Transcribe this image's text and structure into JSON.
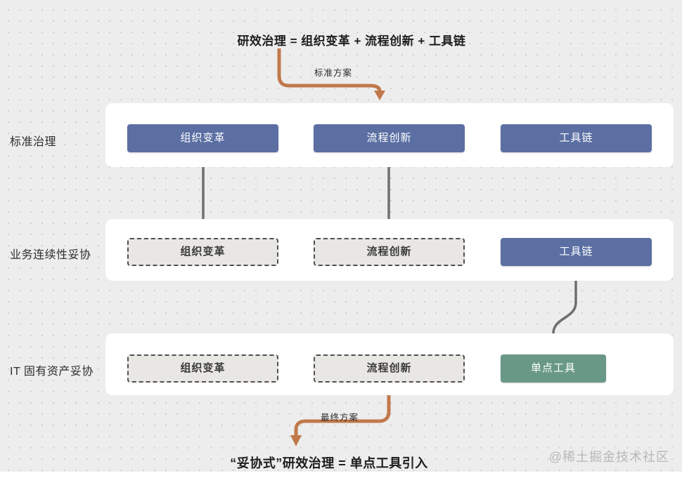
{
  "page": {
    "title": "研效治理 = 组织变革 + 流程创新 + 工具链",
    "conclusion": "“妥协式”研效治理 = 单点工具引入",
    "watermark": "@稀土掘金技术社区"
  },
  "arrows": {
    "standard_plan_label": "标准方案",
    "final_plan_label": "最终方案"
  },
  "rows": [
    {
      "label": "标准治理",
      "boxes": [
        {
          "text": "组织变革",
          "variant": "solid-blue"
        },
        {
          "text": "流程创新",
          "variant": "solid-blue"
        },
        {
          "text": "工具链",
          "variant": "solid-blue"
        }
      ]
    },
    {
      "label": "业务连续性妥协",
      "boxes": [
        {
          "text": "组织变革",
          "variant": "dashed"
        },
        {
          "text": "流程创新",
          "variant": "dashed"
        },
        {
          "text": "工具链",
          "variant": "solid-blue"
        }
      ]
    },
    {
      "label": "IT 固有资产妥协",
      "boxes": [
        {
          "text": "组织变革",
          "variant": "dashed"
        },
        {
          "text": "流程创新",
          "variant": "dashed"
        },
        {
          "text": "单点工具",
          "variant": "solid-green"
        }
      ]
    }
  ],
  "colors": {
    "solid_blue": "#5b6fa3",
    "solid_green": "#699986",
    "orange_arrow": "#c1794b",
    "gray_arrow": "#6e6e6e",
    "dashed_fill": "#e9e7e4",
    "band_background": "#ffffff",
    "page_background": "#ededed"
  }
}
